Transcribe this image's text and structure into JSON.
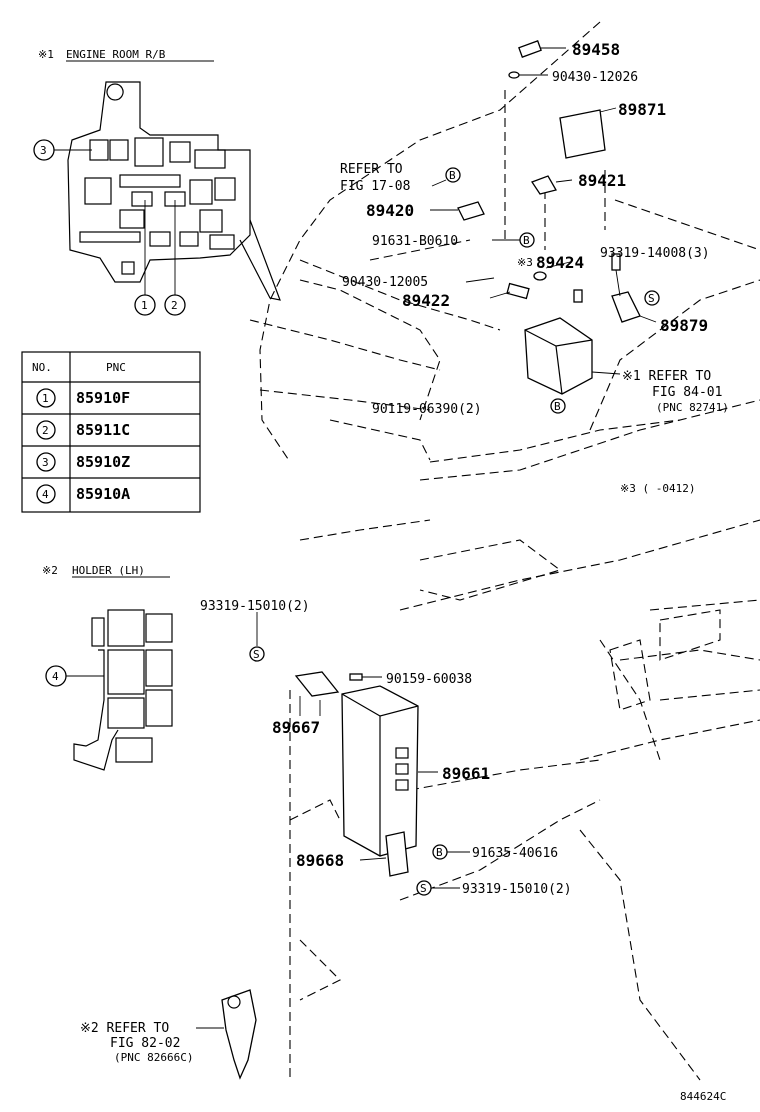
{
  "legend_box1": {
    "marker": "※1",
    "title": "ENGINE ROOM R/B"
  },
  "legend_box2": {
    "marker": "※2",
    "title": "HOLDER (LH)"
  },
  "table": {
    "headers": [
      "NO.",
      "PNC"
    ],
    "rows": [
      {
        "no": "1",
        "pnc": "85910F"
      },
      {
        "no": "2",
        "pnc": "85911C"
      },
      {
        "no": "3",
        "pnc": "85910Z"
      },
      {
        "no": "4",
        "pnc": "85910A"
      }
    ]
  },
  "callouts": {
    "c1": "1",
    "c2": "2",
    "c3": "3",
    "c4": "4"
  },
  "parts": {
    "p89458": "89458",
    "p90430_12026": "90430-12026",
    "p89871": "89871",
    "p89421": "89421",
    "p89420": "89420",
    "p91631": "91631-B0610",
    "p93319_14008": "93319-14008(3)",
    "p89424": "89424",
    "p90430_12005": "90430-12005",
    "p89422": "89422",
    "p89879": "89879",
    "p90119": "90119-06390(2)",
    "p93319_15010a": "93319-15010(2)",
    "p90159": "90159-60038",
    "p89667": "89667",
    "p89661": "89661",
    "p89668": "89668",
    "p91635": "91635-40616",
    "p93319_15010b": "93319-15010(2)"
  },
  "refs": {
    "fig1708_l1": "REFER TO",
    "fig1708_l2": "FIG 17-08",
    "fig8401_l1": "※1 REFER TO",
    "fig8401_l2": "FIG 84-01",
    "fig8401_l3": "(PNC 82741)",
    "fig8202_l1": "※2 REFER TO",
    "fig8202_l2": "FIG 82-02",
    "fig8202_l3": "(PNC 82666C)",
    "note3": "※3 (  -0412)",
    "note3_mark": "※3"
  },
  "symbols": {
    "b": "B",
    "s": "S"
  },
  "figure_id": "844624C"
}
